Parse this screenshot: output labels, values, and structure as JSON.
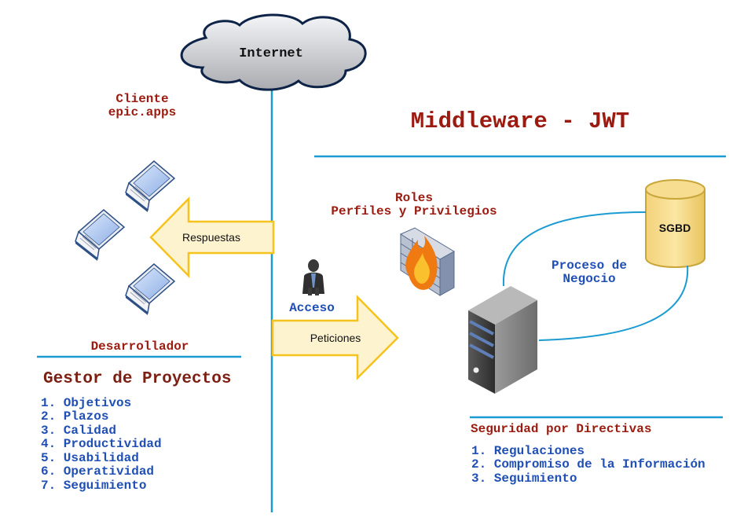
{
  "internet": {
    "label": "Internet"
  },
  "cliente": {
    "line1": "Cliente",
    "line2": "epic.apps"
  },
  "middleware": {
    "title": "Middleware - JWT"
  },
  "respuestas": {
    "label": "Respuestas"
  },
  "peticiones": {
    "label": "Peticiones"
  },
  "acceso": {
    "label": "Acceso"
  },
  "roles": {
    "line1": "Roles",
    "line2": "Perfiles y Privilegios"
  },
  "sgbd": {
    "label": "SGBD"
  },
  "proceso": {
    "line1": "Proceso de",
    "line2": "Negocio"
  },
  "desarrollador": {
    "label": "Desarrollador"
  },
  "gestor": {
    "title": "Gestor de Proyectos",
    "items": [
      "1. Objetivos",
      "2. Plazos",
      "3. Calidad",
      "4. Productividad",
      "5. Usabilidad",
      "6. Operatividad",
      "7. Seguimiento"
    ]
  },
  "seguridad": {
    "title": "Seguridad por Directivas",
    "items": [
      "1. Regulaciones",
      "2. Compromiso de la Información",
      "3. Seguimiento"
    ]
  },
  "colors": {
    "accent_red": "#9b1b10",
    "list_blue": "#1f4fb5",
    "line_blue": "#1a9bd1",
    "arrow_fill": "#fdf3cf",
    "arrow_stroke": "#f5c31c"
  }
}
